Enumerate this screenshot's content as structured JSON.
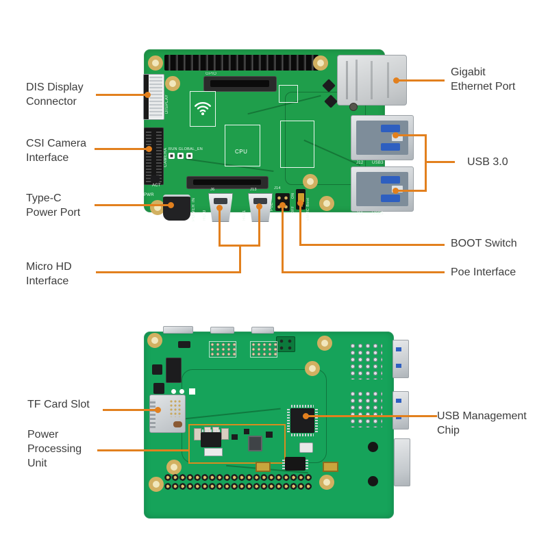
{
  "colors": {
    "leader": "#E2801E",
    "label_text": "#3C3C3C",
    "pcb_top": "#1F9E4B",
    "pcb_bottom": "#16A35A",
    "highlight_box": "#D98C1F",
    "silkscreen": "#EAF6EE",
    "metal": "#CDD2D7",
    "gold": "#D2B061",
    "usb_blue": "#2E5FC0"
  },
  "annotations": {
    "dis_display": {
      "lines": [
        "DIS Display",
        "Connector"
      ]
    },
    "csi_camera": {
      "lines": [
        "CSI Camera",
        "Interface"
      ]
    },
    "type_c": {
      "lines": [
        "Type-C",
        "Power Port"
      ]
    },
    "micro_hd": {
      "lines": [
        "Micro HD",
        "Interface"
      ]
    },
    "gigabit_ethernet": {
      "lines": [
        "Gigabit",
        "Ethernet Port"
      ]
    },
    "usb_30": {
      "lines": [
        "USB 3.0"
      ]
    },
    "boot_switch": {
      "lines": [
        "BOOT Switch"
      ]
    },
    "poe_interface": {
      "lines": [
        "Poe Interface"
      ]
    },
    "tf_card": {
      "lines": [
        "TF Card Slot"
      ]
    },
    "power_processing": {
      "lines": [
        "Power",
        "Processing",
        "Unit"
      ]
    },
    "usb_management": {
      "lines": [
        "USB Management",
        "Chip"
      ]
    }
  },
  "silkscreen_top": {
    "display": "DISPLAY",
    "camera": "CAMERA",
    "run": "RUN GLOBAL_EN",
    "gpio": "GPIO",
    "cpu": "CPU",
    "power_in": "POWER IN",
    "j6": "J6",
    "hd0": "HD 0",
    "j13": "J13",
    "hd1": "HD 1",
    "j14": "J14",
    "poe": "PoE",
    "on": "ON",
    "off": "OFF",
    "emmc": "eMMC Boot",
    "j12": "J12",
    "usb3_top": "USB3",
    "j11": "J11",
    "usb3_bottom": "USB3",
    "pwr": "PWR",
    "act": "ACT"
  }
}
